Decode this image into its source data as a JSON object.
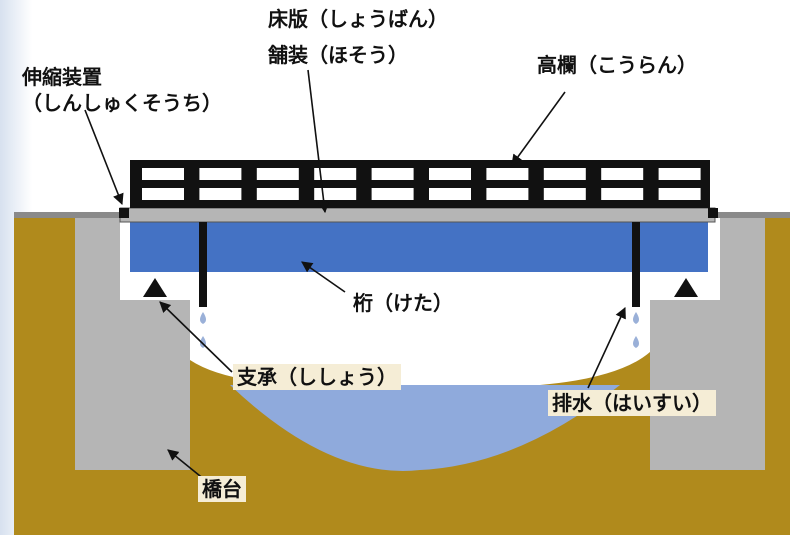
{
  "labels": {
    "expansion_joint_line1": "伸縮装置",
    "expansion_joint_line2": "（しんしゅくそうち）",
    "deck_slab": "床版（しょうばん）",
    "pavement": "舗装（ほそう）",
    "railing": "高欄（こうらん）",
    "girder": "桁（けた）",
    "bearing": "支承（ししょう）",
    "drainage": "排水（はいすい）",
    "abutment": "橋台"
  },
  "colors": {
    "earth": "#b08a1c",
    "concrete": "#b5b5b5",
    "girder": "#4472c4",
    "water": "#8faadc",
    "railing": "#111111",
    "label_bg": "#f5edd6",
    "drop": "#9ab0d8"
  },
  "icons": [
    "arrow-icon",
    "bearing-triangle-icon",
    "water-drop-icon"
  ]
}
